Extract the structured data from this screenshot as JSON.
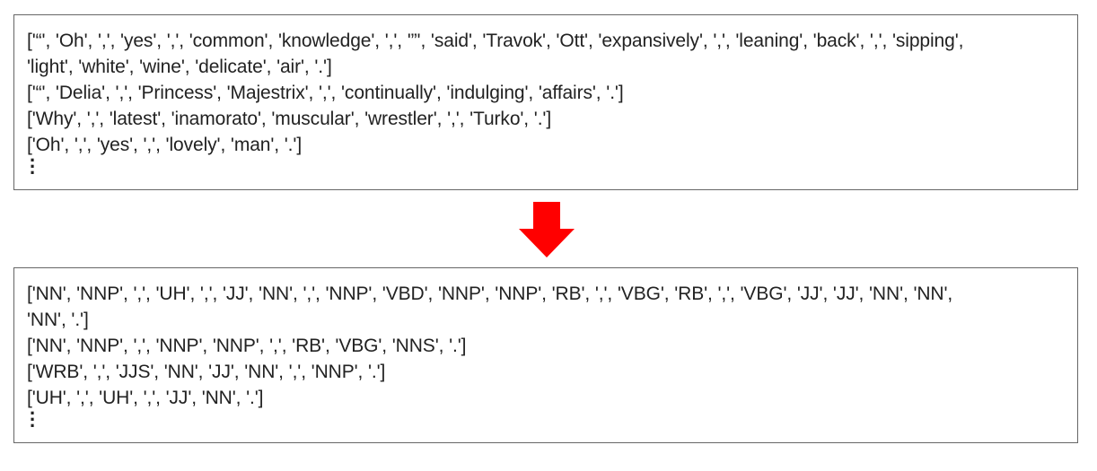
{
  "top_box": {
    "lines": [
      "['“', 'Oh', ',', 'yes', ',', 'common', 'knowledge', ',', '”', 'said', 'Travok', 'Ott', 'expansively', ',', 'leaning', 'back', ',', 'sipping',",
      "'light', 'white', 'wine', 'delicate', 'air', '.']",
      "['“', 'Delia', ',', 'Princess', 'Majestrix', ',', 'continually', 'indulging', 'affairs', '.']",
      "['Why', ',', 'latest', 'inamorato', 'muscular', 'wrestler', ',', 'Turko', '.']",
      "['Oh', ',', 'yes', ',', 'lovely', 'man', '.']"
    ]
  },
  "bottom_box": {
    "lines": [
      "['NN', 'NNP', ',', 'UH', ',', 'JJ', 'NN', ',', 'NNP', 'VBD', 'NNP', 'NNP', 'RB', ',', 'VBG', 'RB', ',', 'VBG', 'JJ', 'JJ', 'NN', 'NN',",
      "'NN', '.']",
      "['NN', 'NNP', ',', 'NNP', 'NNP', ',', 'RB', 'VBG', 'NNS', '.']",
      "['WRB', ',', 'JJS', 'NN', 'JJ', 'NN', ',', 'NNP', '.']",
      "['UH', ',', 'UH', ',', 'JJ', 'NN', '.']"
    ]
  },
  "colors": {
    "arrow": "#ff0000",
    "border": "#666666",
    "text": "#222222"
  },
  "icons": {
    "arrow": "down-arrow-icon",
    "continuation": "vertical-ellipsis-icon"
  }
}
